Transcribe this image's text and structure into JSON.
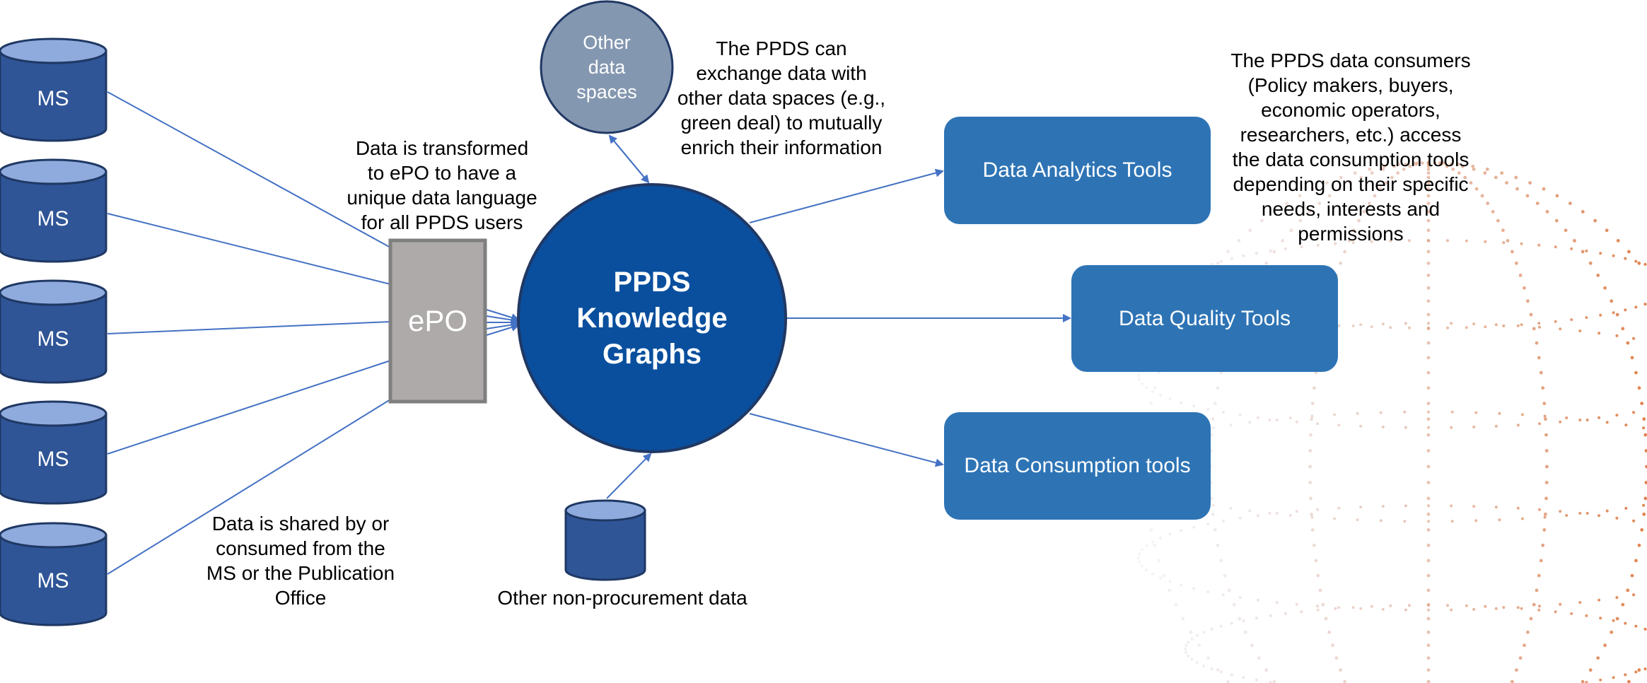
{
  "ms_sources": [
    {
      "label": "MS"
    },
    {
      "label": "MS"
    },
    {
      "label": "MS"
    },
    {
      "label": "MS"
    },
    {
      "label": "MS"
    }
  ],
  "epo": {
    "label": "ePO"
  },
  "hub": {
    "line1": "PPDS",
    "line2": "Knowledge",
    "line3": "Graphs"
  },
  "other_spaces": {
    "line1": "Other",
    "line2": "data",
    "line3": "spaces"
  },
  "non_procurement": {
    "label": "Other non-procurement data"
  },
  "tools": [
    {
      "label": "Data Analytics Tools"
    },
    {
      "label": "Data Quality Tools"
    },
    {
      "label": "Data Consumption tools"
    }
  ],
  "notes": {
    "epo_note": [
      "Data is transformed",
      "to ePO to have a",
      "unique data language",
      "for all PPDS users"
    ],
    "exchange_note": [
      "The PPDS can",
      "exchange data with",
      "other data spaces (e.g.,",
      "green deal) to mutually",
      "enrich their information"
    ],
    "shared_note": [
      "Data is shared by or",
      "consumed from the",
      "MS or the Publication",
      "Office"
    ],
    "consumers_note": [
      "The PPDS data consumers",
      "(Policy makers, buyers,",
      "economic operators,",
      "researchers, etc.) access",
      "the data consumption tools",
      "depending on their specific",
      "needs, interests and",
      "permissions"
    ]
  },
  "colors": {
    "ms_body": "#2f5597",
    "ms_top": "#8faadc",
    "hub": "#0a4f9e",
    "other_spaces": "#8497b0",
    "epo": "#aeaaaa",
    "tools": "#2e74b5",
    "connector": "#4472c4"
  }
}
